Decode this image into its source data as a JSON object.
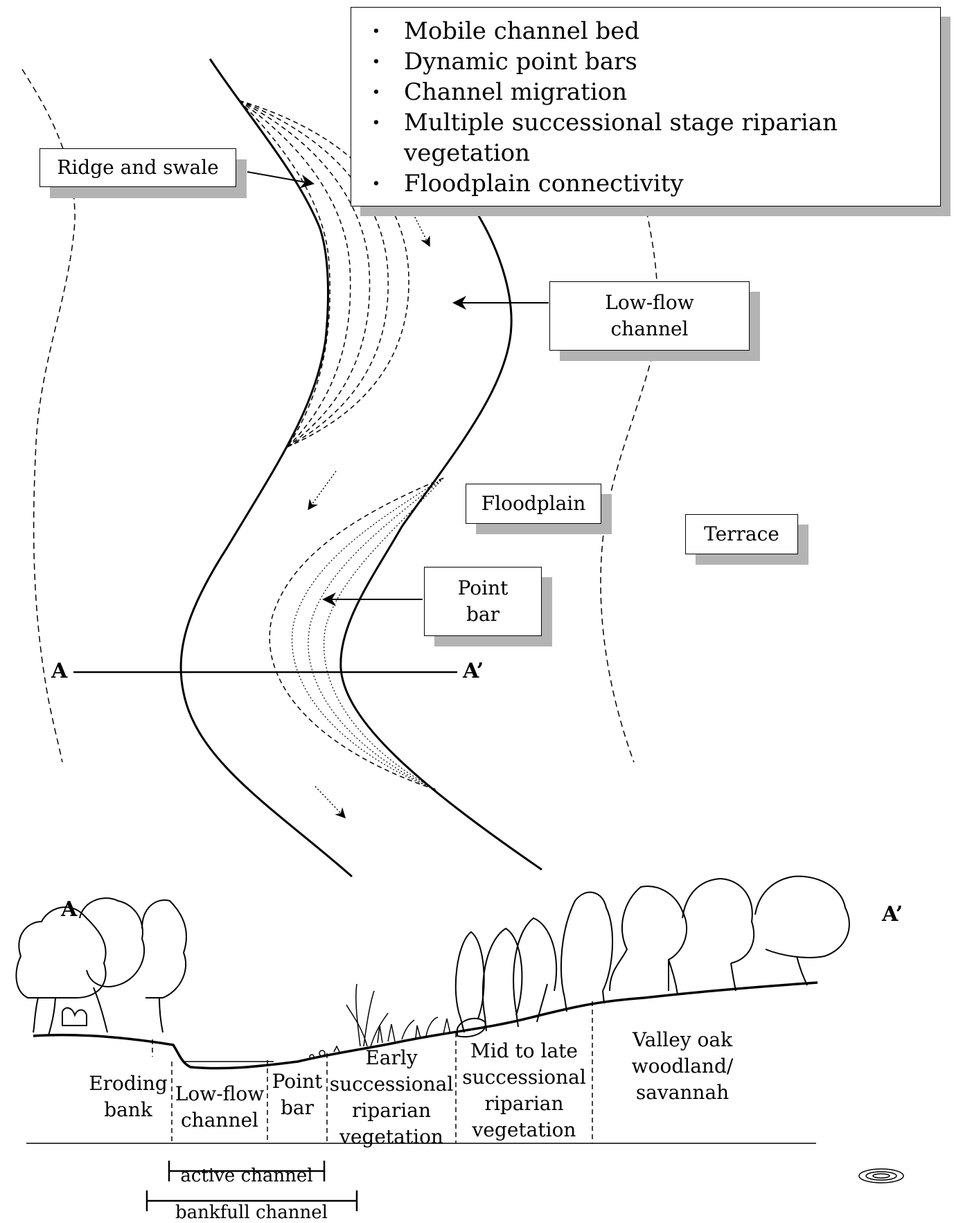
{
  "bullets": [
    "Mobile channel bed",
    "Dynamic point bars",
    "Channel migration",
    "Multiple successional stage riparian vegetation",
    "Floodplain connectivity"
  ],
  "plan_labels": {
    "ridge_swale": "Ridge and swale",
    "low_flow_channel": "Low-flow channel",
    "floodplain": "Floodplain",
    "terrace": "Terrace",
    "point_bar": "Point bar"
  },
  "section_marks": {
    "a": "A",
    "a_prime": "A’"
  },
  "profile_marks": {
    "a": "A",
    "a_prime": "A’"
  },
  "zones": {
    "eroding_bank": "Eroding bank",
    "low_flow_channel": "Low-flow channel",
    "point_bar": "Point bar",
    "early_successional": "Early successional riparian vegetation",
    "mid_late_successional": "Mid to late successional riparian vegetation",
    "valley_oak": "Valley oak woodland/ savannah"
  },
  "extents": {
    "active_channel": "active channel",
    "bankfull_channel": "bankfull channel"
  }
}
